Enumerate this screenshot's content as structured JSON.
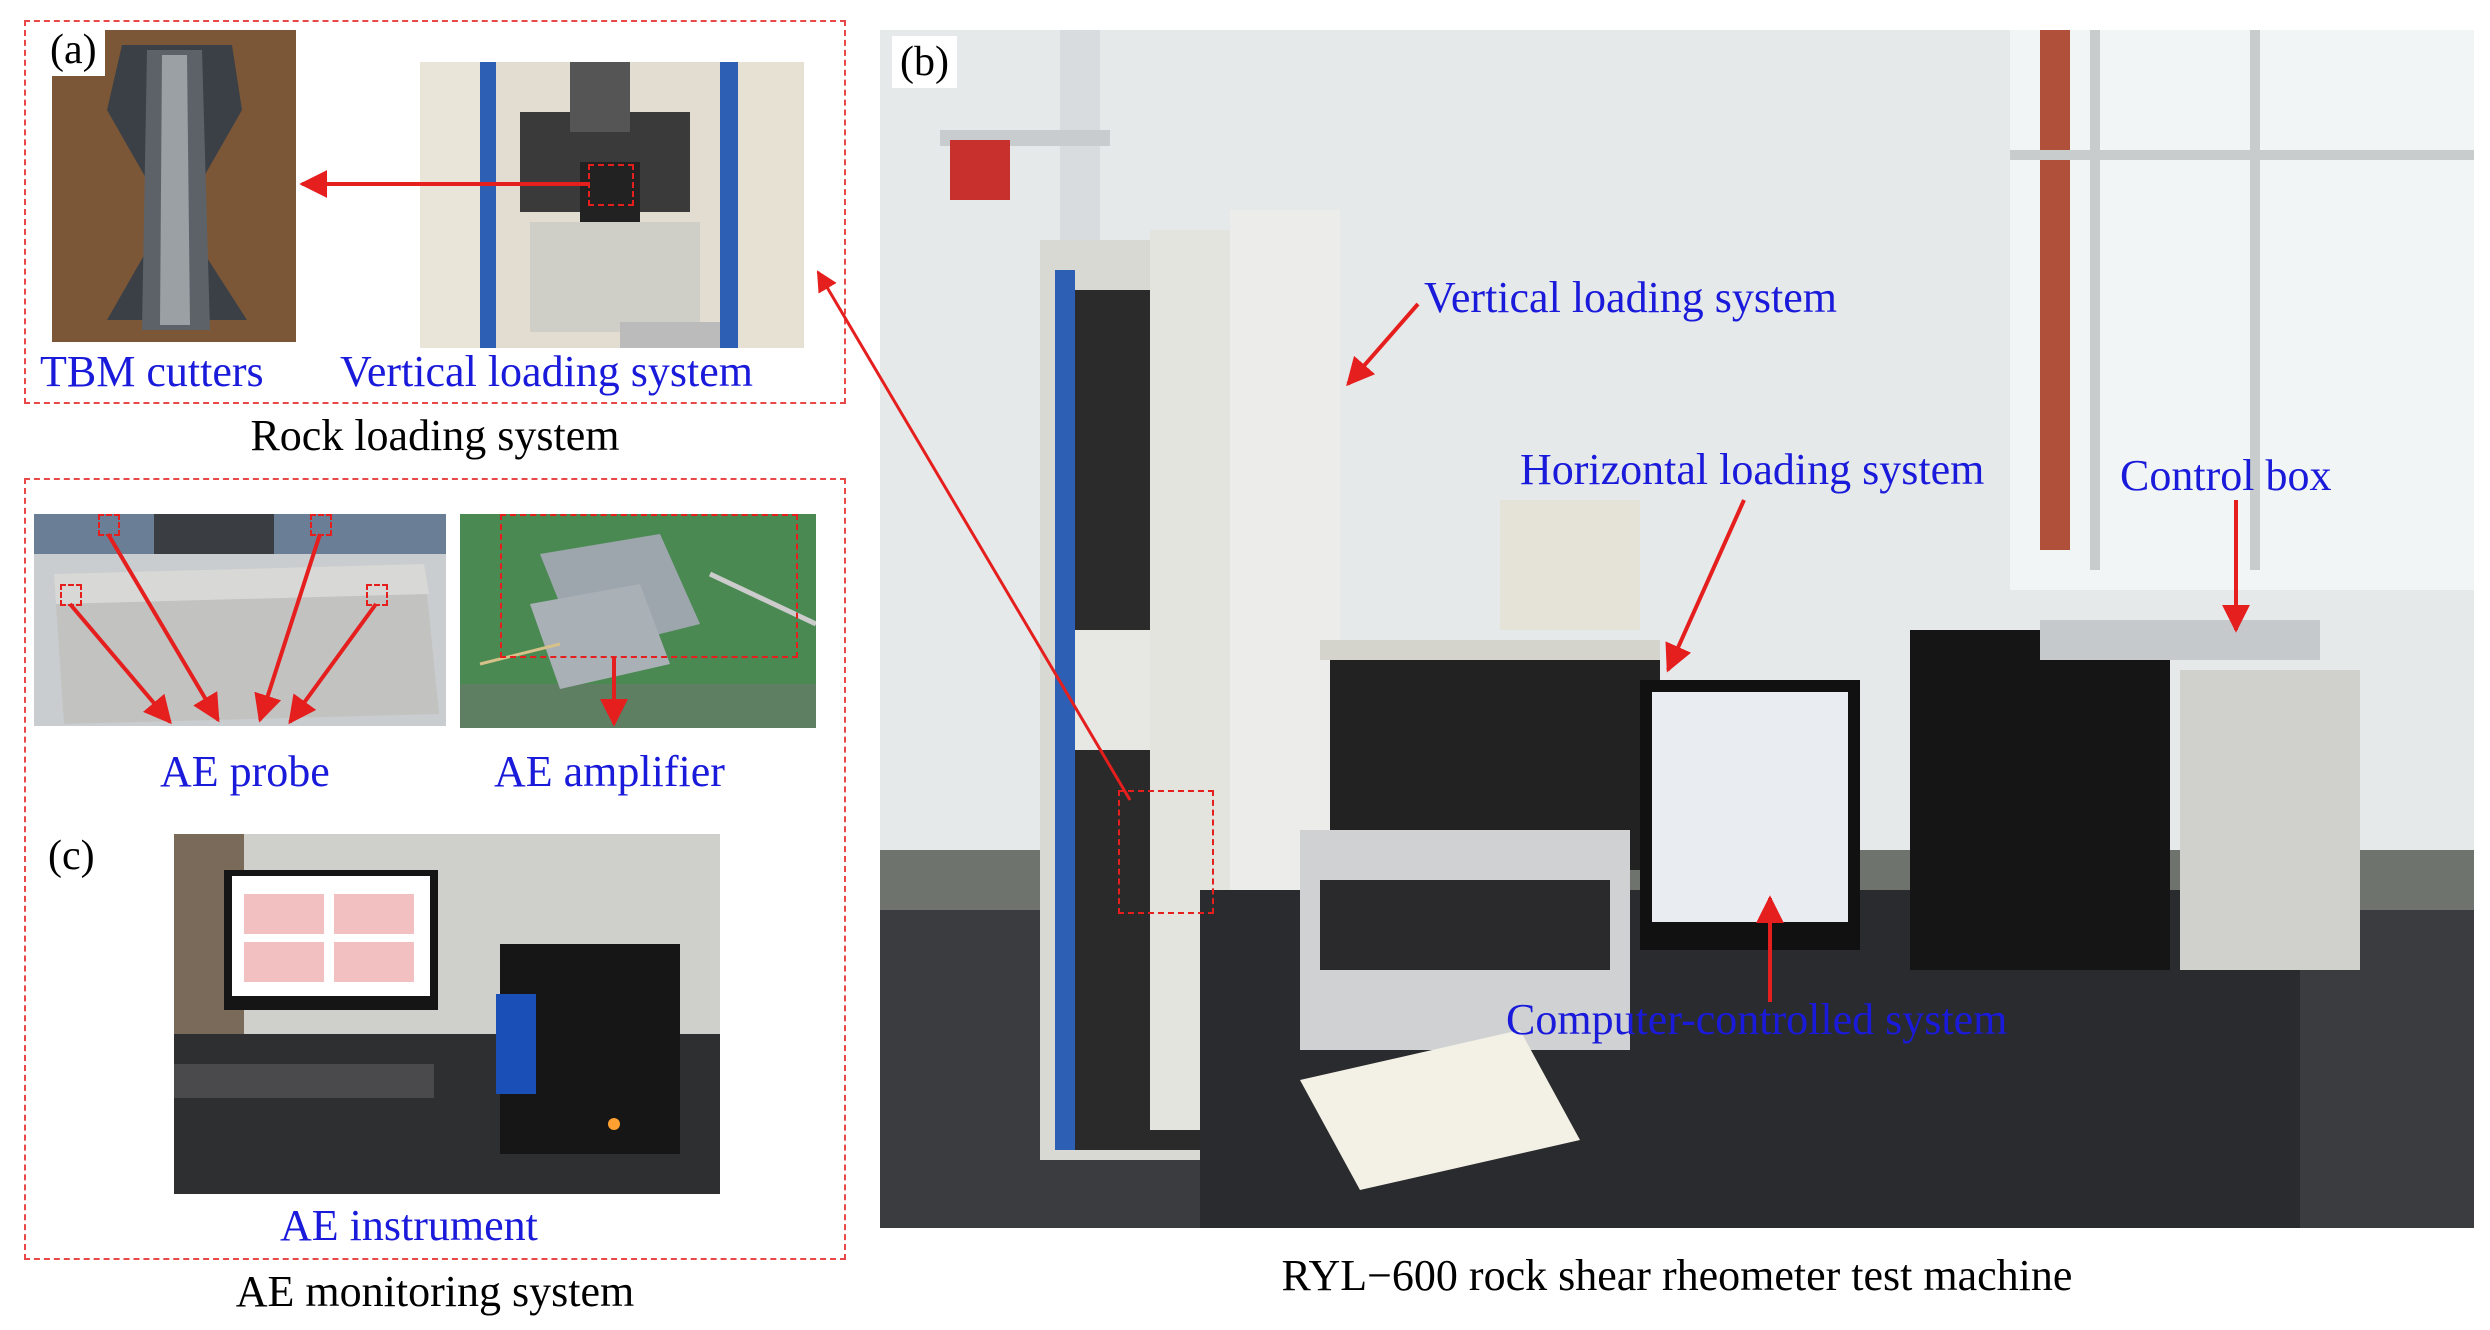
{
  "panels": {
    "a": "(a)",
    "b": "(b)",
    "c": "(c)"
  },
  "labels": {
    "tbm_cutters": "TBM cutters",
    "vertical_loading_small": "Vertical loading system",
    "ae_probe": "AE probe",
    "ae_amplifier": "AE amplifier",
    "ae_instrument": "AE instrument",
    "vertical_loading_main": "Vertical loading system",
    "horizontal_loading": "Horizontal loading system",
    "control_box": "Control box",
    "computer_controlled": "Computer-controlled system"
  },
  "captions": {
    "rock_loading": "Rock loading system",
    "ae_monitoring": "AE monitoring system",
    "machine": "RYL−600 rock shear rheometer test machine"
  },
  "colors": {
    "label_blue": "#1a1adb",
    "arrow_red": "#e51e1e",
    "dashed_red": "#e84848"
  }
}
